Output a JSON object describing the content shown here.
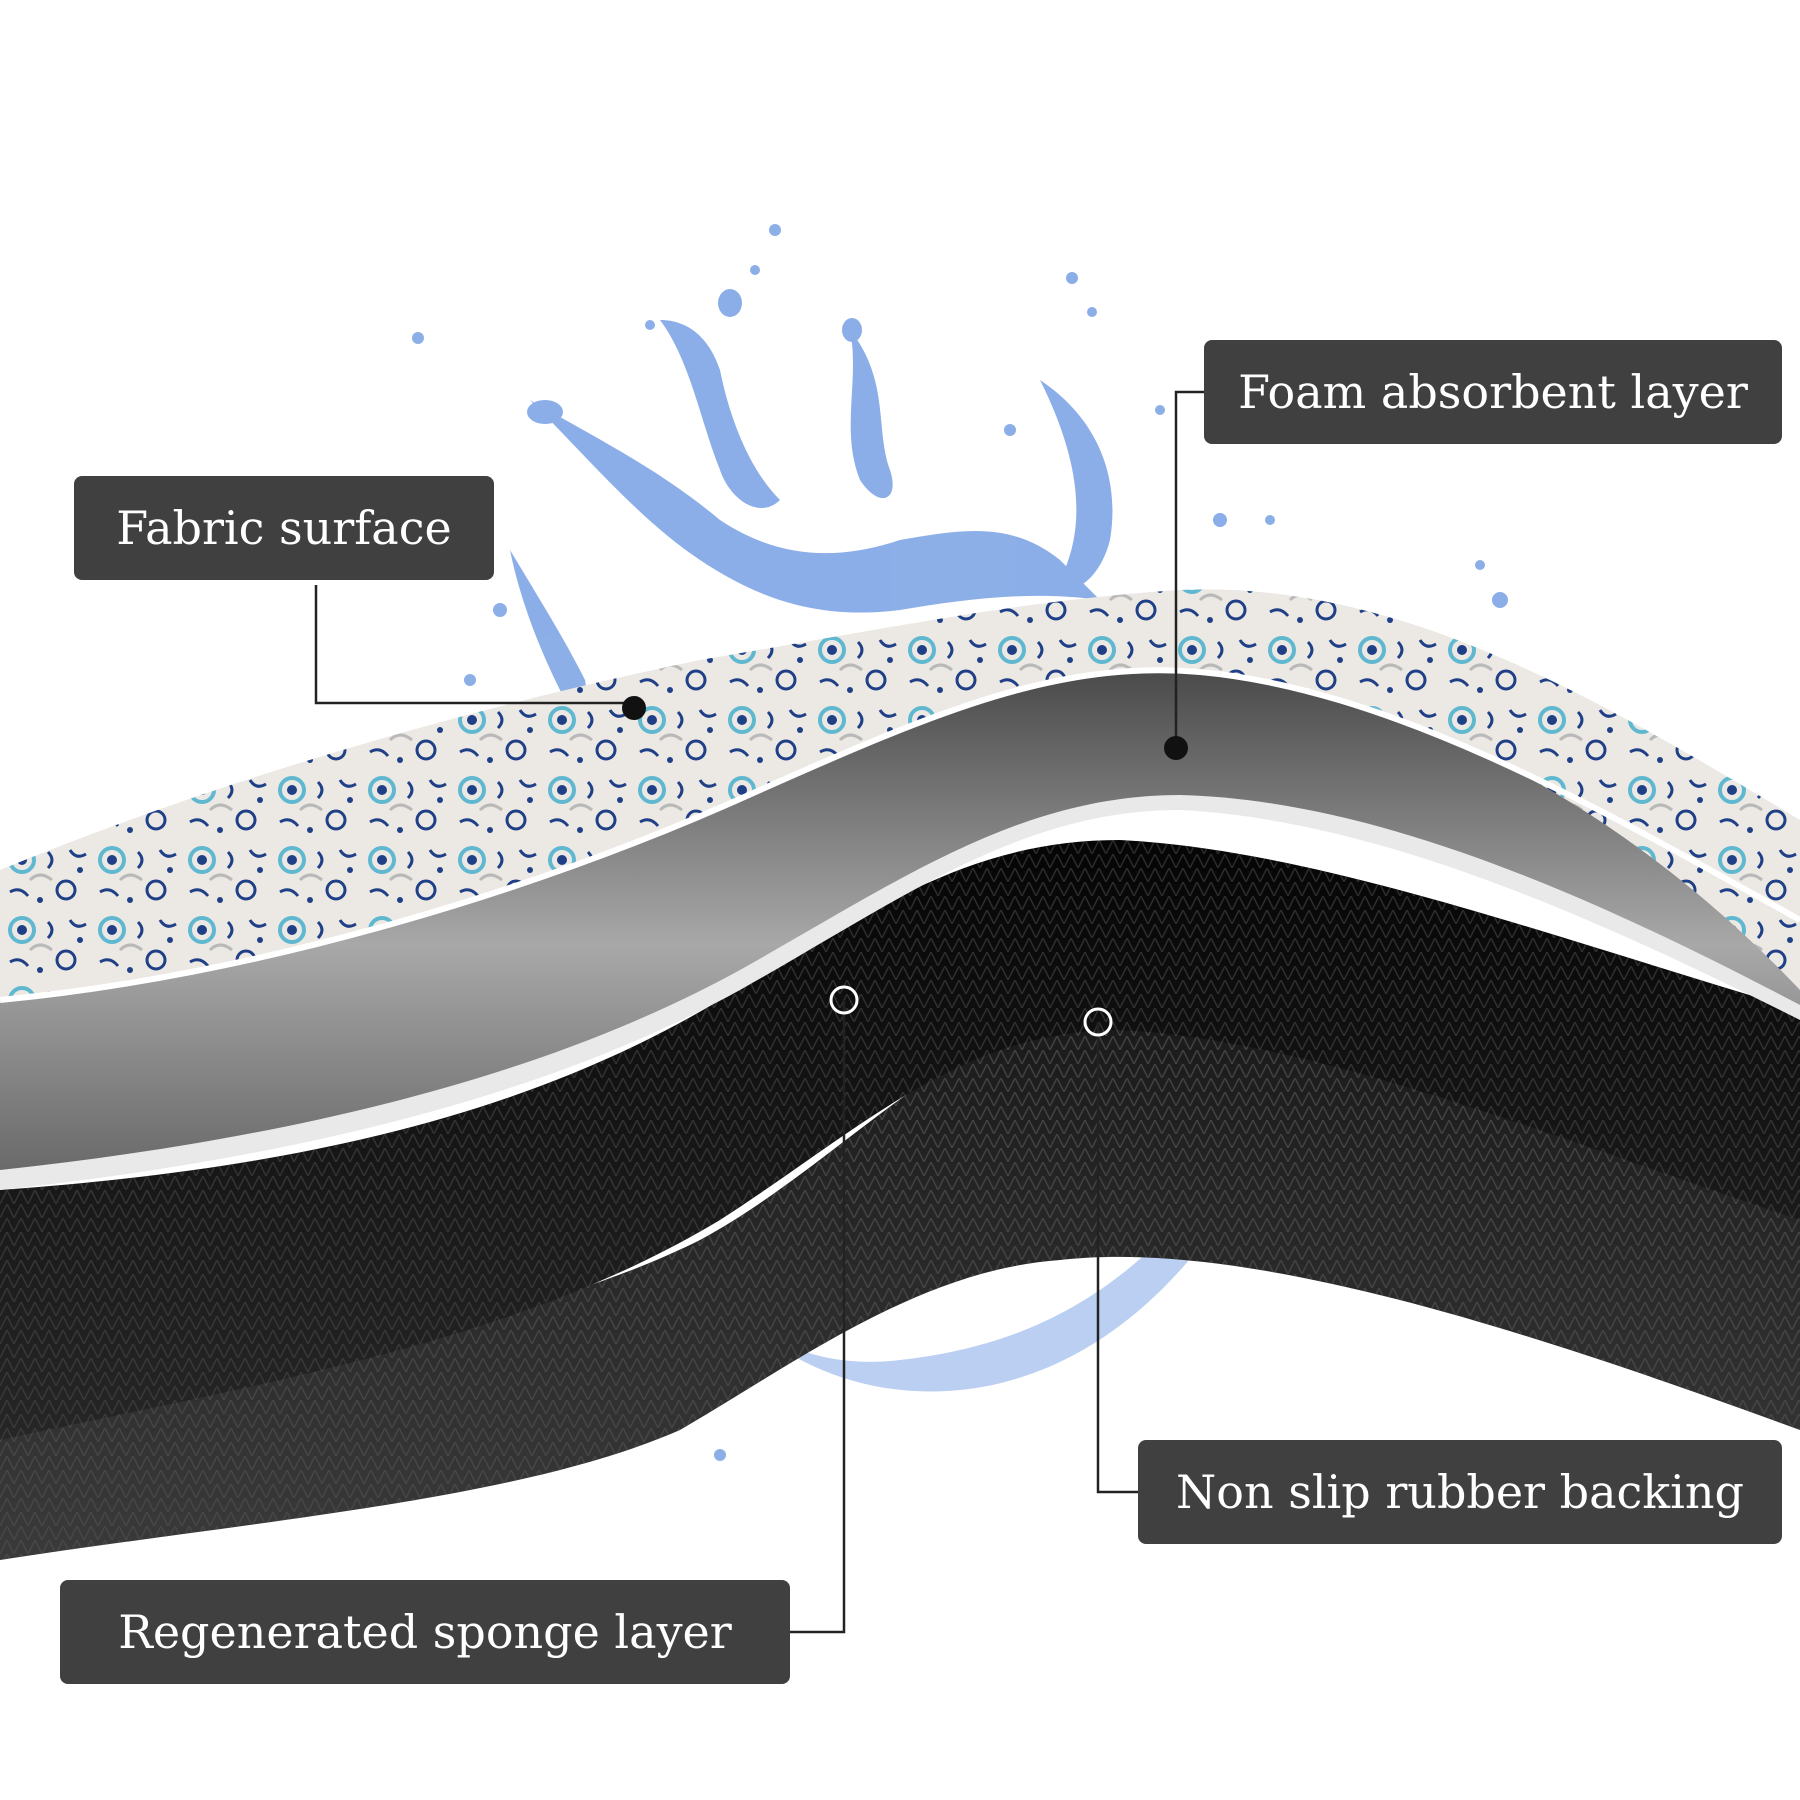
{
  "labels": {
    "fabric_surface": "Fabric surface",
    "foam_absorbent_layer": "Foam absorbent layer",
    "non_slip_rubber_backing": "Non slip rubber backing",
    "regenerated_sponge_layer": "Regenerated sponge layer"
  },
  "colors": {
    "label_bg": "#404040",
    "label_text": "#ffffff",
    "water": "#7fa6e6",
    "fabric": "#ece9e4",
    "fabric_pattern": "#1f3f86",
    "fabric_accent": "#5fb7d0",
    "foam": "#888888",
    "sponge": "#161616",
    "rubber": "#2b2b2b"
  }
}
